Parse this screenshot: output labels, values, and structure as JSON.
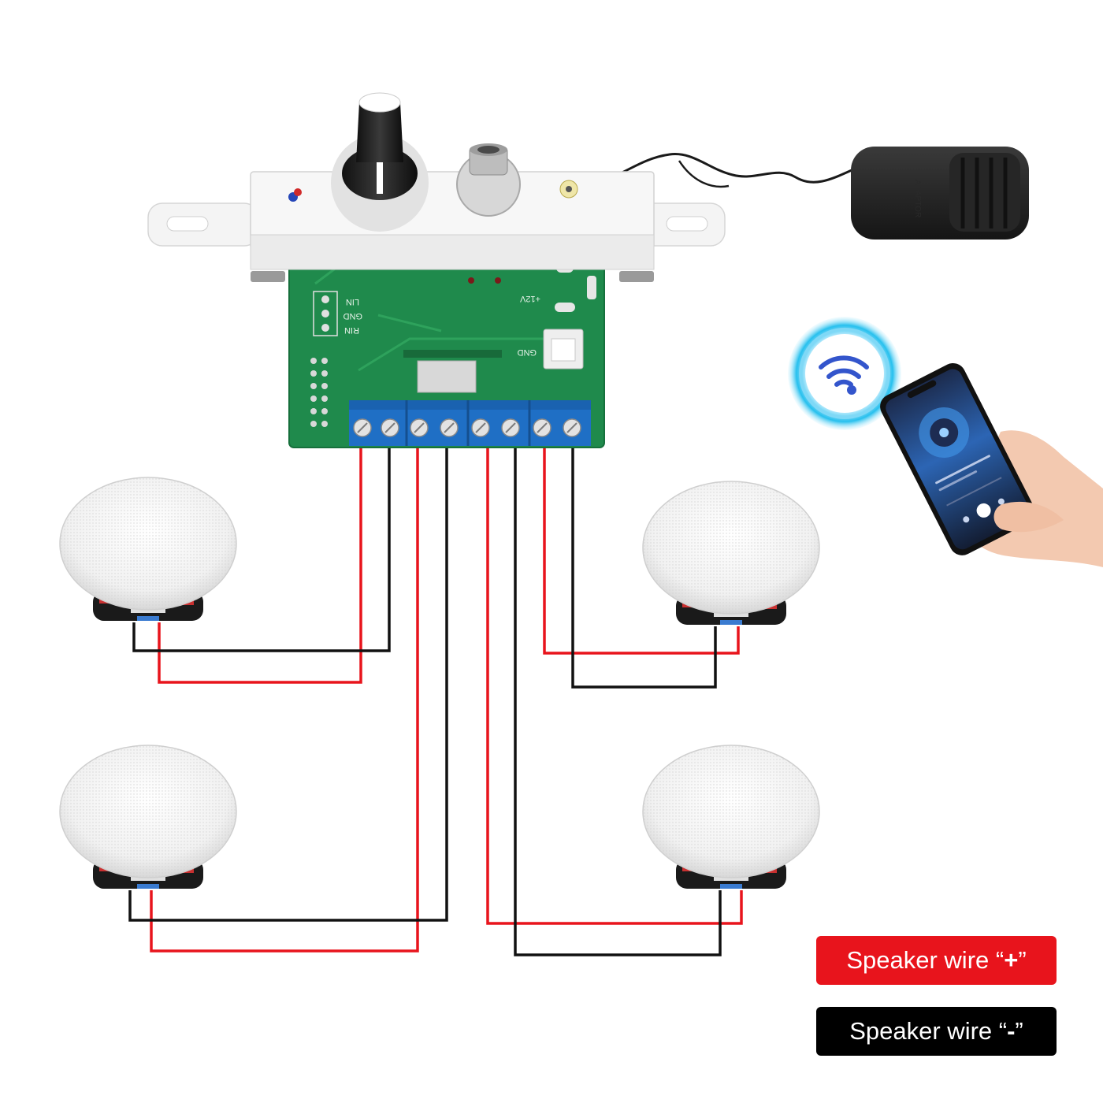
{
  "colors": {
    "positive_wire": "#e8141c",
    "negative_wire": "#111111",
    "pcb": "#1f8a4c",
    "terminal": "#1f6fc5",
    "plate": "#f2f2f2",
    "legend_positive_bg": "#e8141c",
    "legend_negative_bg": "#000000",
    "wifi_icon": "#3355cc",
    "wifi_ring": "#27c0ee"
  },
  "pcb_labels": {
    "lin": "LIN",
    "gnd": "GND",
    "rin": "RIN",
    "v12": "+12V",
    "gnd2": "GND"
  },
  "adapter_label": "ADAPTOR",
  "legend": {
    "positive": {
      "prefix": "Speaker wire “",
      "symbol": "+",
      "suffix": "”"
    },
    "negative": {
      "prefix": "Speaker wire “",
      "symbol": "-",
      "suffix": "”"
    }
  }
}
